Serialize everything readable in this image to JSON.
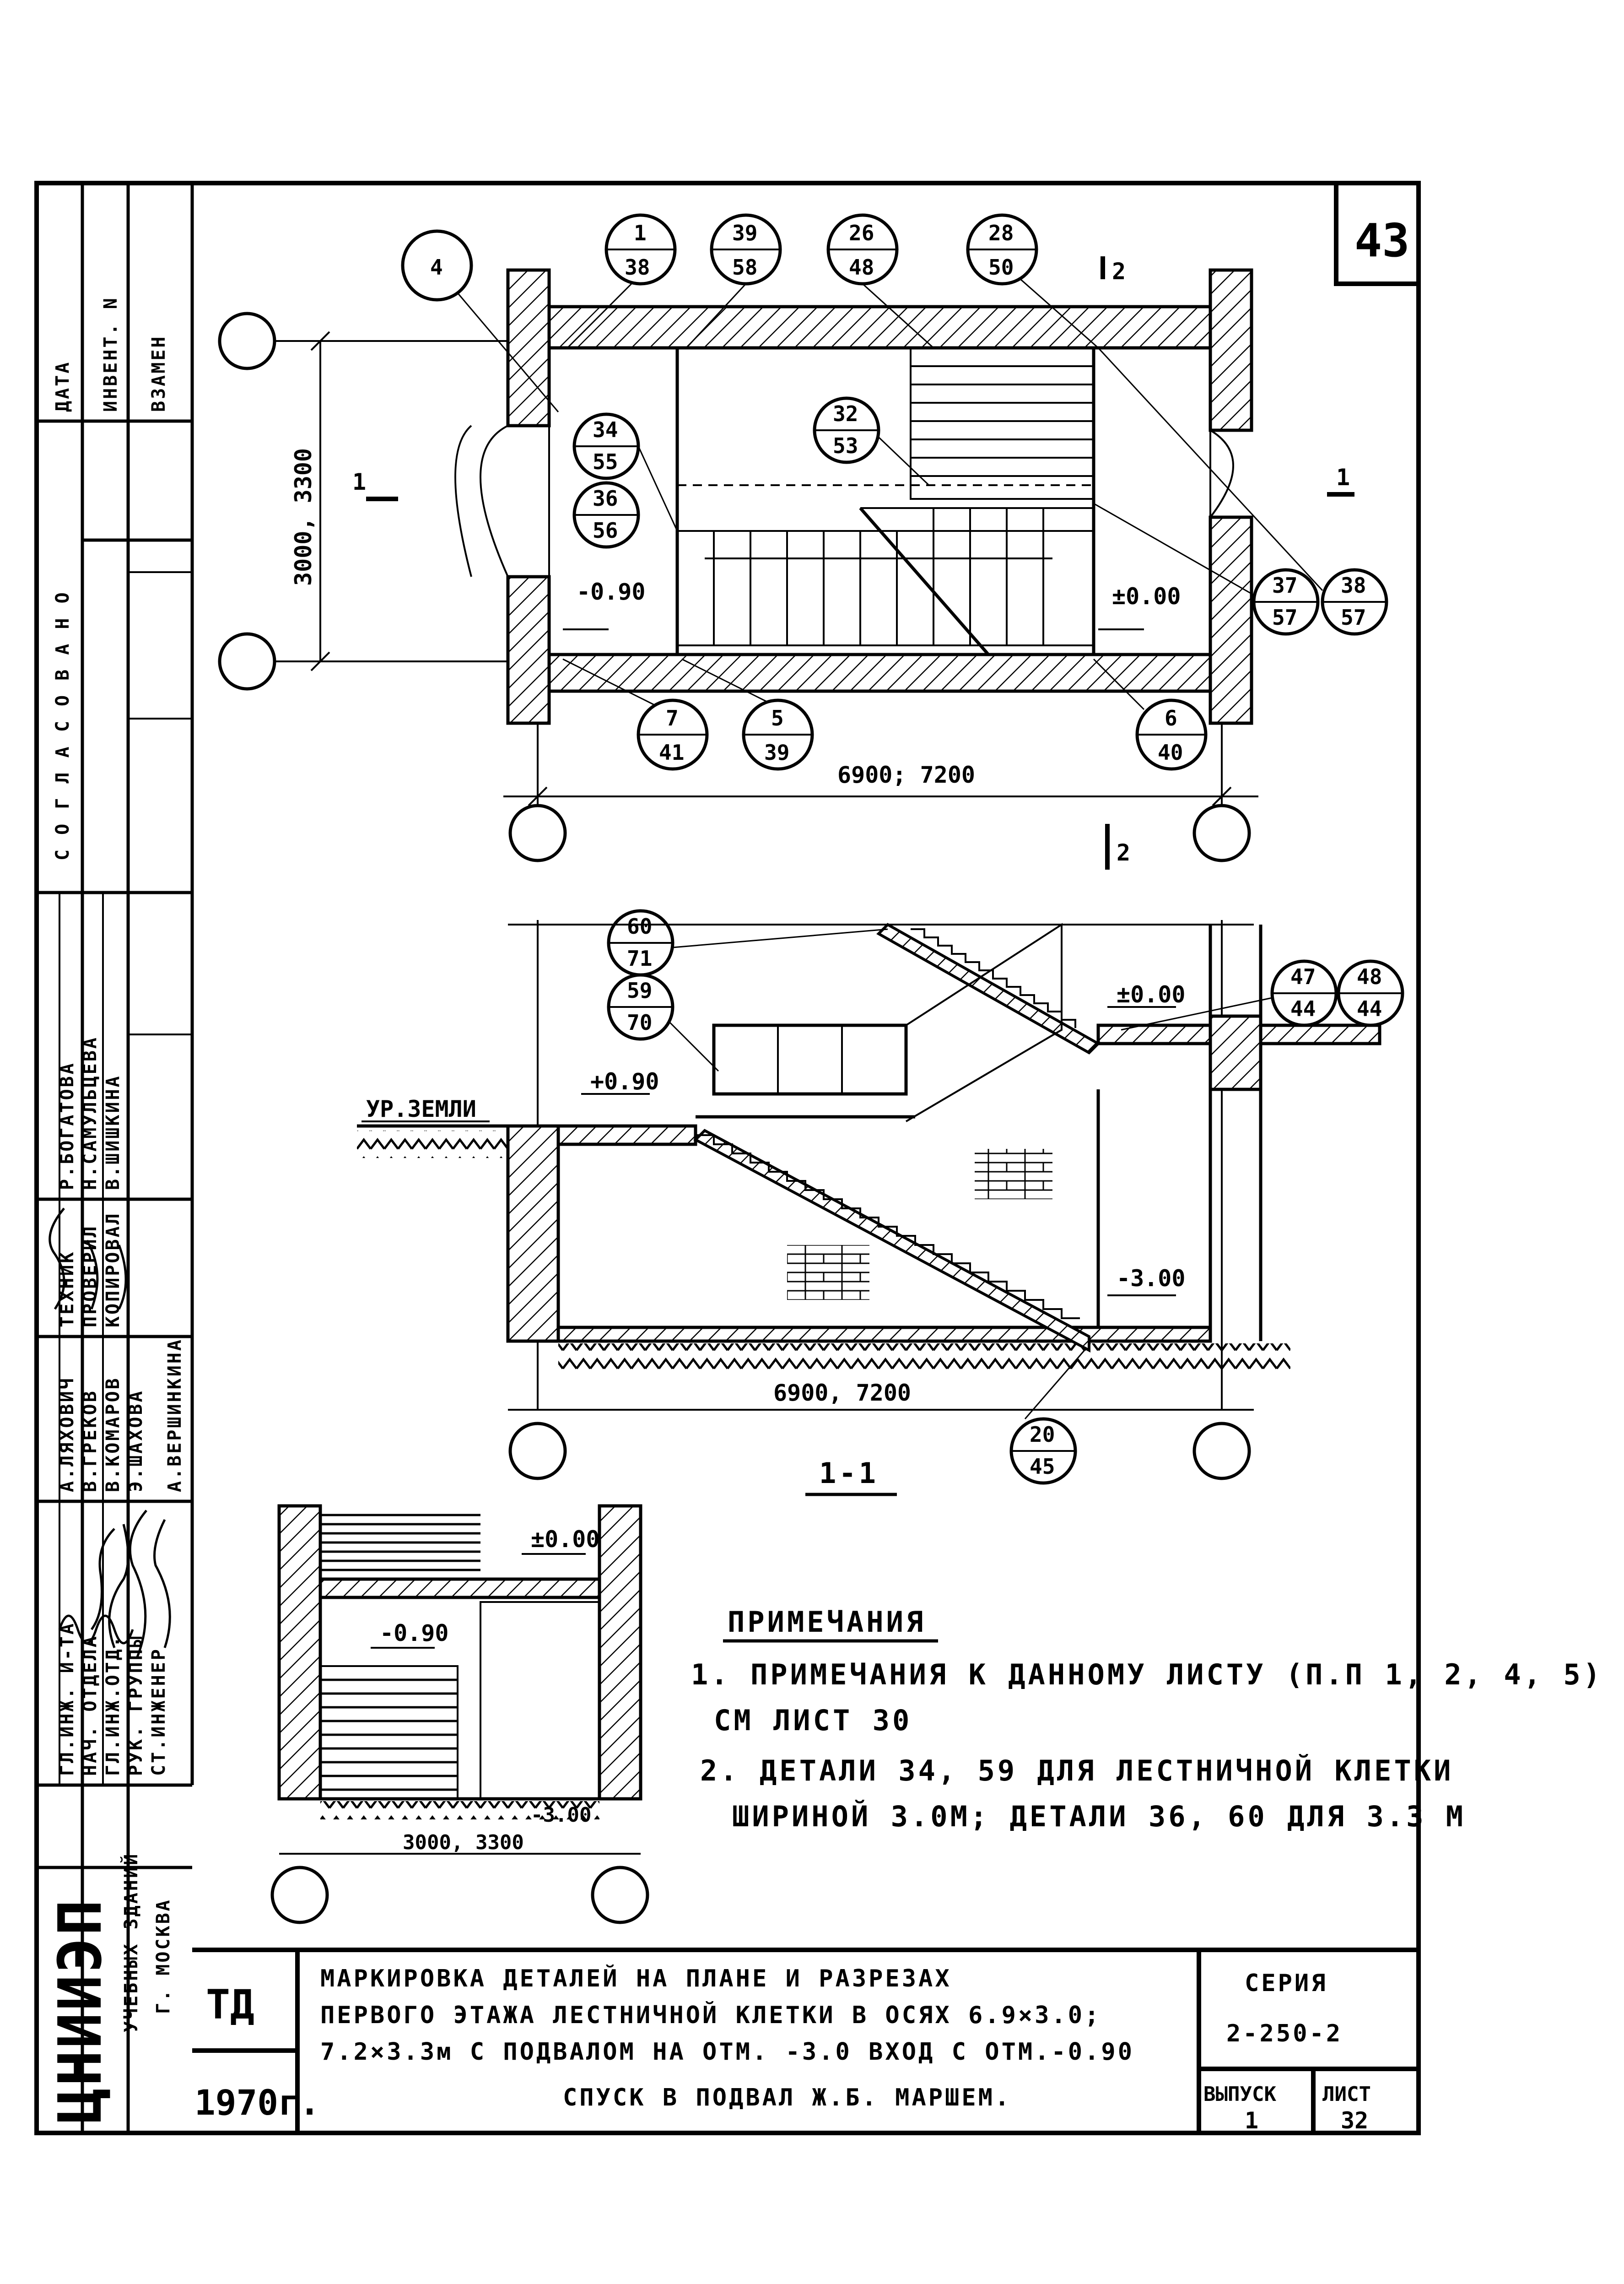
{
  "sheet_number": "43",
  "approval_block": {
    "date_label": "ДАТА",
    "inventory_label": "ИНВЕНТ. N",
    "replace_label": "ВЗАМЕН",
    "agreed_label": "С О Г Л А С О В А Н О"
  },
  "staff_block": [
    {
      "role": "ГЛ.ИНЖ. И-ТА",
      "name": "А.ЛЯХОВИЧ"
    },
    {
      "role": "НАЧ. ОТДЕЛА",
      "name": "В.ГРЕКОВ"
    },
    {
      "role": "ГЛ.ИНЖ.ОТД.",
      "name": "В.КОМАРОВ"
    },
    {
      "role": "РУК. ГРУППЫ",
      "name": "Э.ШАХОВА"
    },
    {
      "role": "СТ.ИНЖЕНЕР",
      "name": "А.ВЕРШИНКИНА"
    },
    {
      "role": "ТЕХНИК",
      "name": "Р.БОГАТОВА"
    },
    {
      "role": "ПРОВЕРИЛ",
      "name": "Н.САМУЛЬЦЕВА"
    },
    {
      "role": "КОПИРОВАЛ",
      "name": "В.ШИШКИНА"
    }
  ],
  "organization": {
    "name": "ЦНИИЭП",
    "line1": "УЧЕБНЫХ ЗДАНИЙ",
    "line2": "Г. МОСКВА"
  },
  "title_block": {
    "doc_type": "ТД",
    "year": "1970г.",
    "title_lines": [
      "МАРКИРОВКА ДЕТАЛЕЙ НА ПЛАНЕ И РАЗРЕЗАХ",
      "ПЕРВОГО ЭТАЖА ЛЕСТНИЧНОЙ КЛЕТКИ В ОСЯХ 6.9×3.0;",
      "7.2×3.3м С ПОДВАЛОМ НА ОТМ. -3.0  ВХОД С ОТМ.-0.90",
      "СПУСК В ПОДВАЛ Ж.Б. МАРШЕМ."
    ],
    "series_label": "СЕРИЯ",
    "series_value": "2-250-2",
    "issue_label": "ВЫПУСК",
    "issue_value": "1",
    "sheet_label": "ЛИСТ",
    "sheet_value": "32"
  },
  "plan": {
    "dim_height": "3000, 3300",
    "dim_width": "6900; 7200",
    "cut_1": "1",
    "cut_2": "2",
    "level_left": "-0.90",
    "level_right": "±0.00",
    "callouts": [
      {
        "top": "1",
        "bottom": "38"
      },
      {
        "top": "39",
        "bottom": "58"
      },
      {
        "top": "26",
        "bottom": "48"
      },
      {
        "top": "28",
        "bottom": "50"
      },
      {
        "top": "34",
        "bottom": "55"
      },
      {
        "top": "36",
        "bottom": "56"
      },
      {
        "top": "32",
        "bottom": "53"
      },
      {
        "top": "37",
        "bottom": "57"
      },
      {
        "top": "38",
        "bottom": "57"
      },
      {
        "top": "7",
        "bottom": "41"
      },
      {
        "top": "5",
        "bottom": "39"
      },
      {
        "top": "6",
        "bottom": "40"
      }
    ],
    "single_callout": "4"
  },
  "section": {
    "label": "1-1",
    "ground_label": "УР.ЗЕМЛИ",
    "level_entry": "+0.90",
    "level_floor": "±0.00",
    "level_basement": "-3.00",
    "dim_width": "6900, 7200",
    "callouts": [
      {
        "top": "60",
        "bottom": "71"
      },
      {
        "top": "59",
        "bottom": "70"
      },
      {
        "top": "47",
        "bottom": "44"
      },
      {
        "top": "48",
        "bottom": "44"
      },
      {
        "top": "20",
        "bottom": "45"
      }
    ]
  },
  "section2": {
    "level_top": "±0.00",
    "level_mid": "-0.90",
    "level_bottom": "-3.00",
    "dim_width": "3000, 3300"
  },
  "notes": {
    "heading": "ПРИМЕЧАНИЯ",
    "items": [
      "1. ПРИМЕЧАНИЯ К ДАННОМУ ЛИСТУ (П.П 1, 2, 4, 5)",
      "СМ ЛИСТ 30",
      "2. ДЕТАЛИ 34, 59 ДЛЯ ЛЕСТНИЧНОЙ  КЛЕТКИ",
      "ШИРИНОЙ  3.0М; ДЕТАЛИ 36, 60  ДЛЯ  3.3 М"
    ]
  }
}
